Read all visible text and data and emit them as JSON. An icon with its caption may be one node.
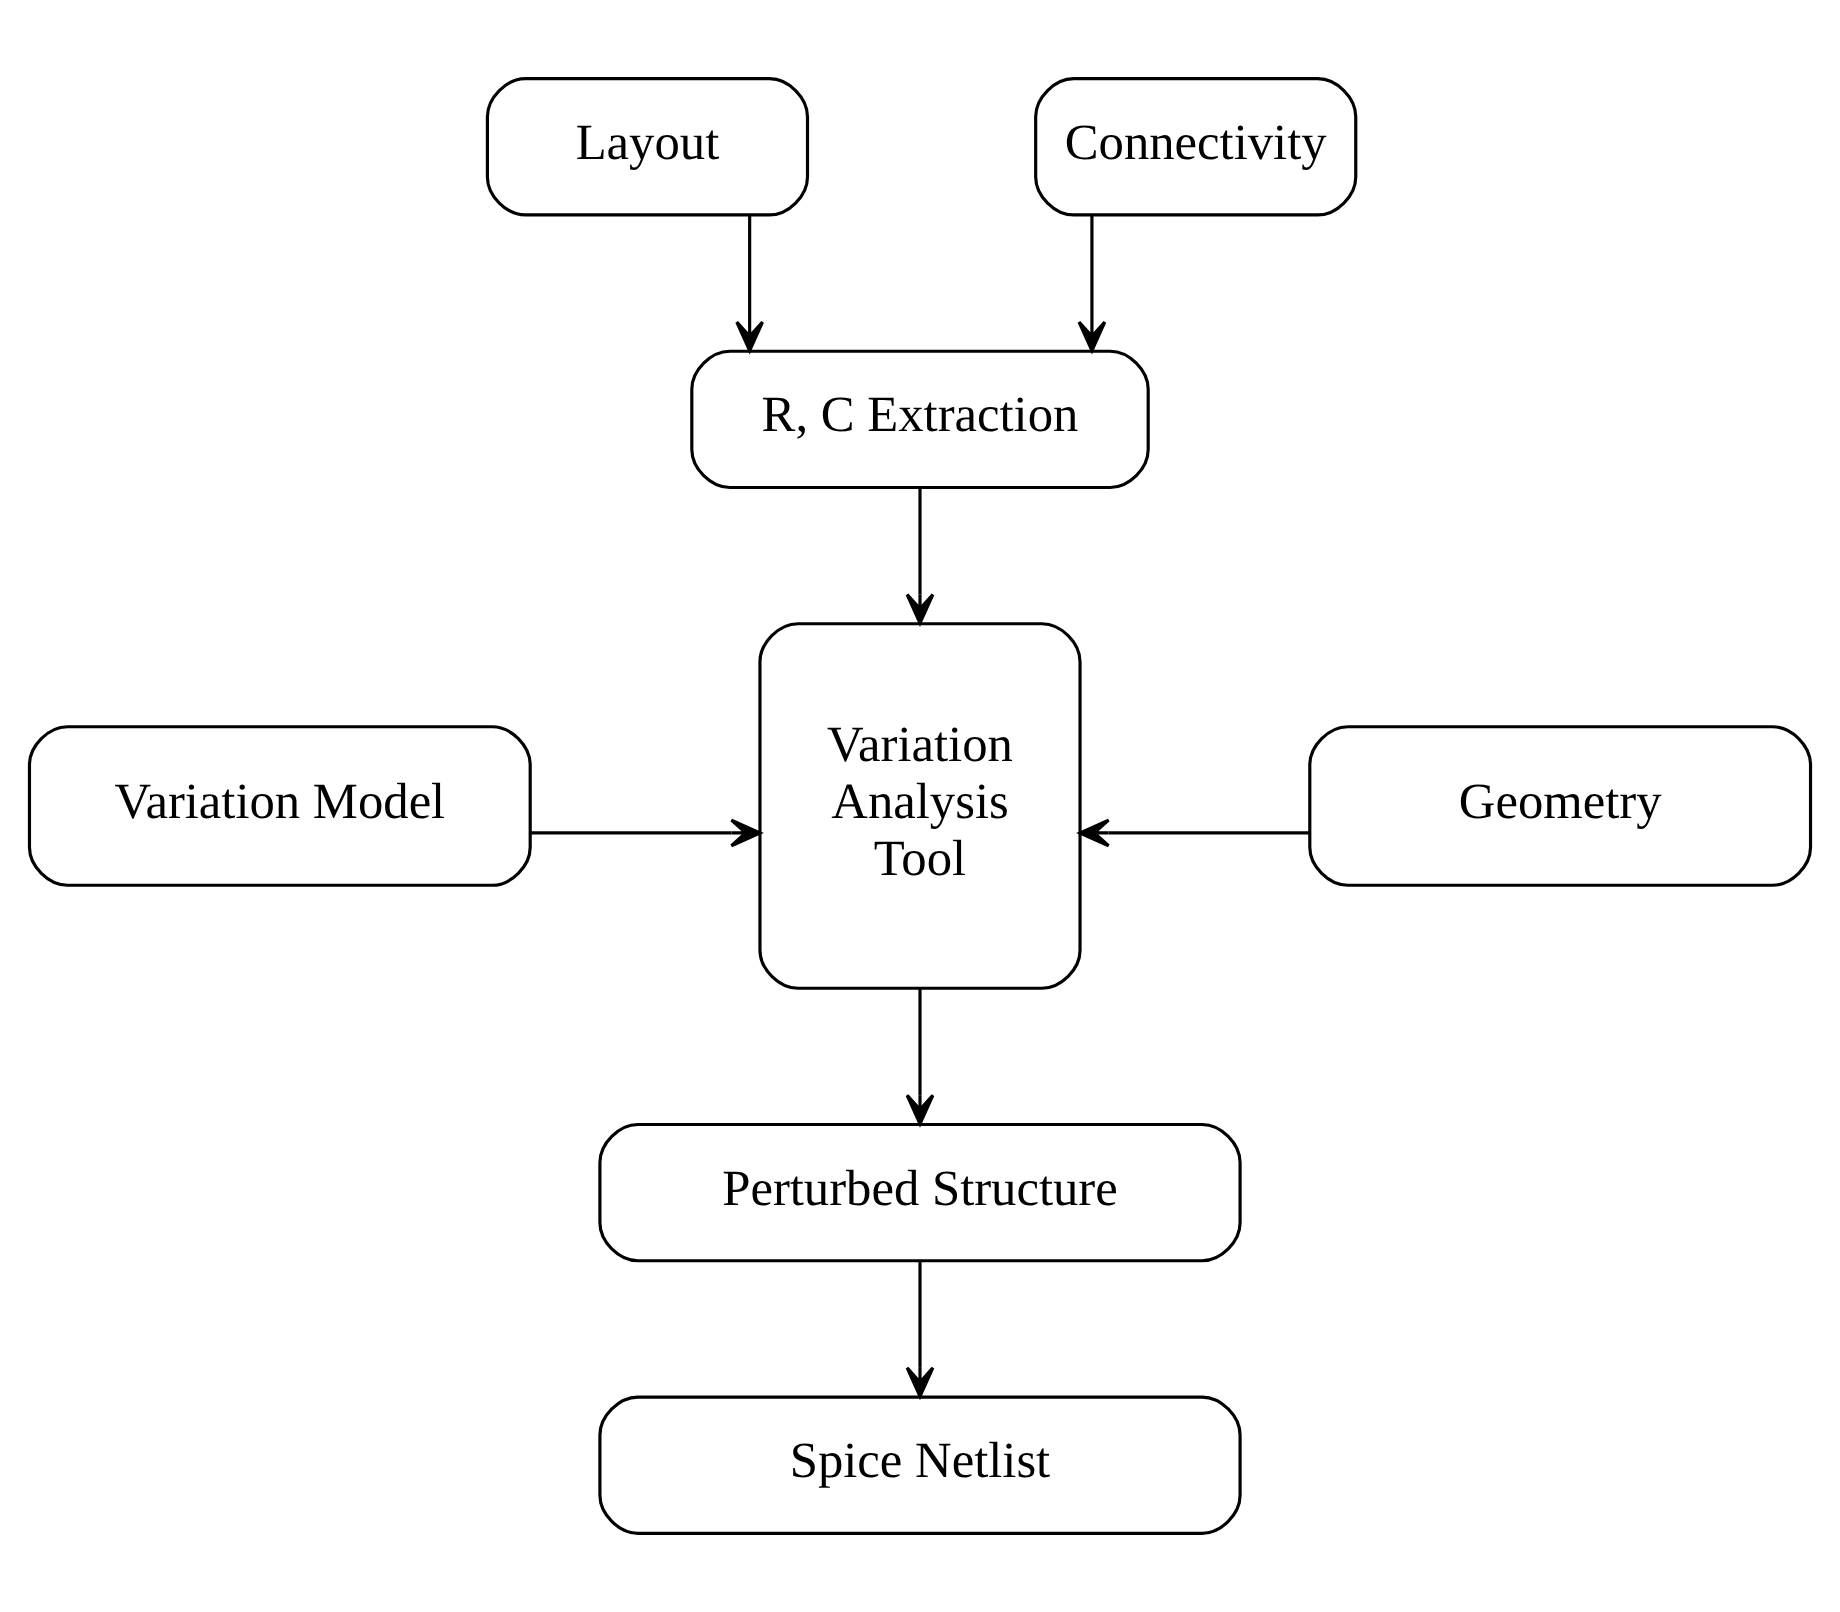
{
  "diagram": {
    "nodes": [
      {
        "text": [
          "Layout"
        ]
      },
      {
        "text": [
          "Connectivity"
        ]
      },
      {
        "text": [
          "R, C Extraction"
        ]
      },
      {
        "text": [
          "Variation Model"
        ]
      },
      {
        "text": [
          "Variation Analysis Tool"
        ]
      },
      {
        "text": [
          "Geometry"
        ]
      },
      {
        "text": [
          "Perturbed Structure"
        ]
      },
      {
        "text": [
          "Spice Netlist"
        ]
      }
    ],
    "edges": [
      {
        "from": 0,
        "to": 2,
        "arrow": "to"
      },
      {
        "from": 1,
        "to": 2,
        "arrow": "to"
      },
      {
        "from": 2,
        "to": 4,
        "arrow": "to"
      },
      {
        "from": 3,
        "to": 4,
        "arrow": "to"
      },
      {
        "from": 5,
        "to": 4,
        "arrow": "to"
      },
      {
        "from": 4,
        "to": 6,
        "arrow": "to"
      },
      {
        "from": 6,
        "to": 7,
        "arrow": "to"
      }
    ]
  }
}
